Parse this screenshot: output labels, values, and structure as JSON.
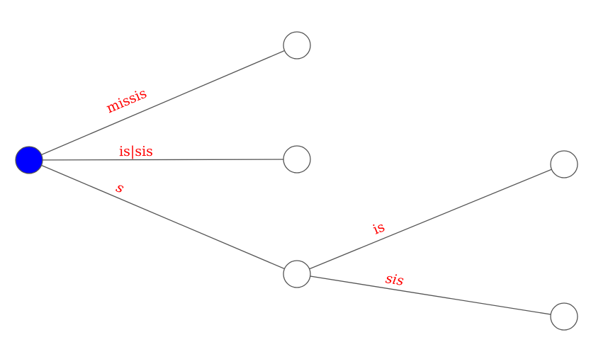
{
  "colors": {
    "root_fill": "#0000ff",
    "node_fill": "#ffffff",
    "edge_stroke": "#555555",
    "label_color": "#ff0000"
  },
  "tree": {
    "root": "n0",
    "nodes": [
      {
        "id": "n0",
        "role": "root"
      },
      {
        "id": "n1",
        "role": "leaf"
      },
      {
        "id": "n2",
        "role": "leaf"
      },
      {
        "id": "n3",
        "role": "internal"
      },
      {
        "id": "n4",
        "role": "leaf"
      },
      {
        "id": "n5",
        "role": "leaf"
      }
    ],
    "edges": [
      {
        "from": "n0",
        "to": "n1",
        "label": "missis"
      },
      {
        "from": "n0",
        "to": "n2",
        "label": "is|sis"
      },
      {
        "from": "n0",
        "to": "n3",
        "label": "s"
      },
      {
        "from": "n3",
        "to": "n4",
        "label": "is"
      },
      {
        "from": "n3",
        "to": "n5",
        "label": "sis"
      }
    ]
  }
}
